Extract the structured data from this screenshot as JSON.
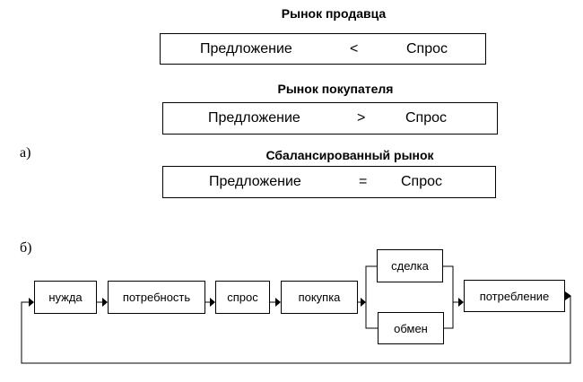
{
  "part_a": {
    "label": "а)",
    "markets": [
      {
        "title": "Рынок продавца",
        "left": "Предложение",
        "op": "<",
        "right": "Спрос"
      },
      {
        "title": "Рынок покупателя",
        "left": "Предложение",
        "op": ">",
        "right": "Спрос"
      },
      {
        "title": "Сбалансированный рынок",
        "left": "Предложение",
        "op": "=",
        "right": "Спрос"
      }
    ]
  },
  "part_b": {
    "label": "б)",
    "steps": [
      "нужда",
      "потребность",
      "спрос",
      "покупка"
    ],
    "alternatives": [
      "сделка",
      "обмен"
    ],
    "final": "потребление"
  }
}
